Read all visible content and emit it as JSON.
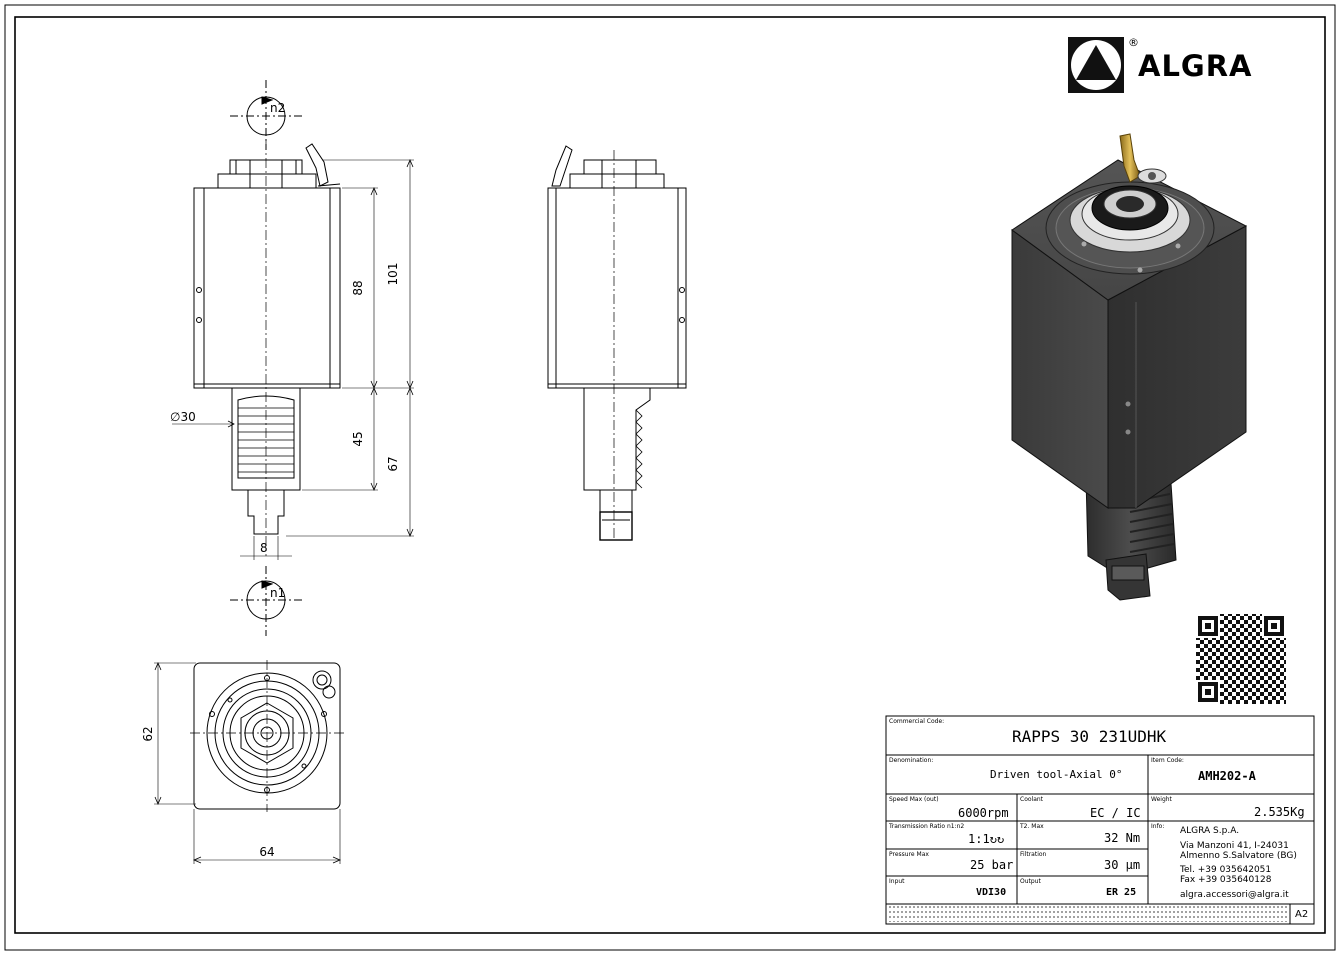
{
  "brand": {
    "name": "ALGRA",
    "registered": "®"
  },
  "dimensions": {
    "d101": "101",
    "d88": "88",
    "d45": "45",
    "d67": "67",
    "dia30": "∅30",
    "d8": "8",
    "d62": "62",
    "d64": "64"
  },
  "rotation": {
    "top": "n2",
    "bottom": "n1"
  },
  "title_block": {
    "commercial_code_label": "Commercial Code:",
    "commercial_code": "RAPPS 30 231UDHK",
    "denomination_label": "Denomination:",
    "denomination": "Driven tool-Axial 0°",
    "item_code_label": "Item Code:",
    "item_code": "AMH202-A",
    "speed_label": "Speed Max (out)",
    "speed": "6000rpm",
    "coolant_label": "Coolant",
    "coolant": "EC / IC",
    "weight_label": "Weight",
    "weight": "2.535Kg",
    "ratio_label": "Transmission Ratio n1:n2",
    "ratio": "1:1↻↻",
    "torque_label": "T2. Max",
    "torque": "32 Nm",
    "info_label": "Info:",
    "company": "ALGRA S.p.A.",
    "address1": "Via Manzoni 41, I-24031",
    "address2": "Almenno S.Salvatore (BG)",
    "tel": "Tel. +39 035642051",
    "fax": "Fax +39 035640128",
    "email": "algra.accessori@algra.it",
    "pressure_label": "Pressure Max",
    "pressure": "25 bar",
    "filtration_label": "Filtration",
    "filtration": "30 µm",
    "input_label": "Input",
    "input": "VDI30",
    "output_label": "Output",
    "output": "ER 25",
    "sheet_size": "A2"
  }
}
